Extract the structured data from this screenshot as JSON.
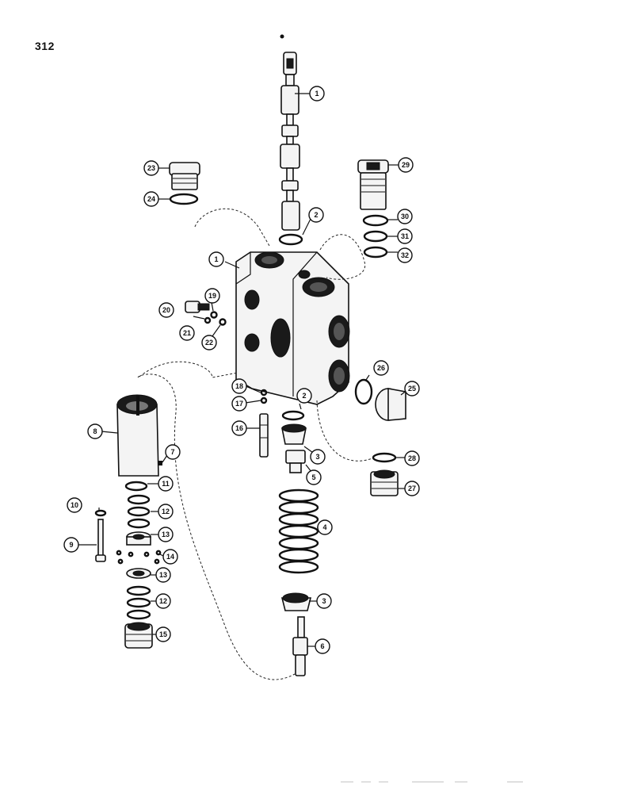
{
  "page_number": "312",
  "callouts": {
    "c1a": "1",
    "c1b": "1",
    "c2a": "2",
    "c2b": "2",
    "c3a": "3",
    "c3b": "3",
    "c4": "4",
    "c5": "5",
    "c6": "6",
    "c7": "7",
    "c8": "8",
    "c9": "9",
    "c10": "10",
    "c11": "11",
    "c12a": "12",
    "c12b": "12",
    "c13a": "13",
    "c13b": "13",
    "c14": "14",
    "c15": "15",
    "c16": "16",
    "c17": "17",
    "c18": "18",
    "c19": "19",
    "c20": "20",
    "c21": "21",
    "c22": "22",
    "c23": "23",
    "c24": "24",
    "c25": "25",
    "c26": "26",
    "c27": "27",
    "c28": "28",
    "c29": "29",
    "c30": "30",
    "c31": "31",
    "c32": "32"
  }
}
